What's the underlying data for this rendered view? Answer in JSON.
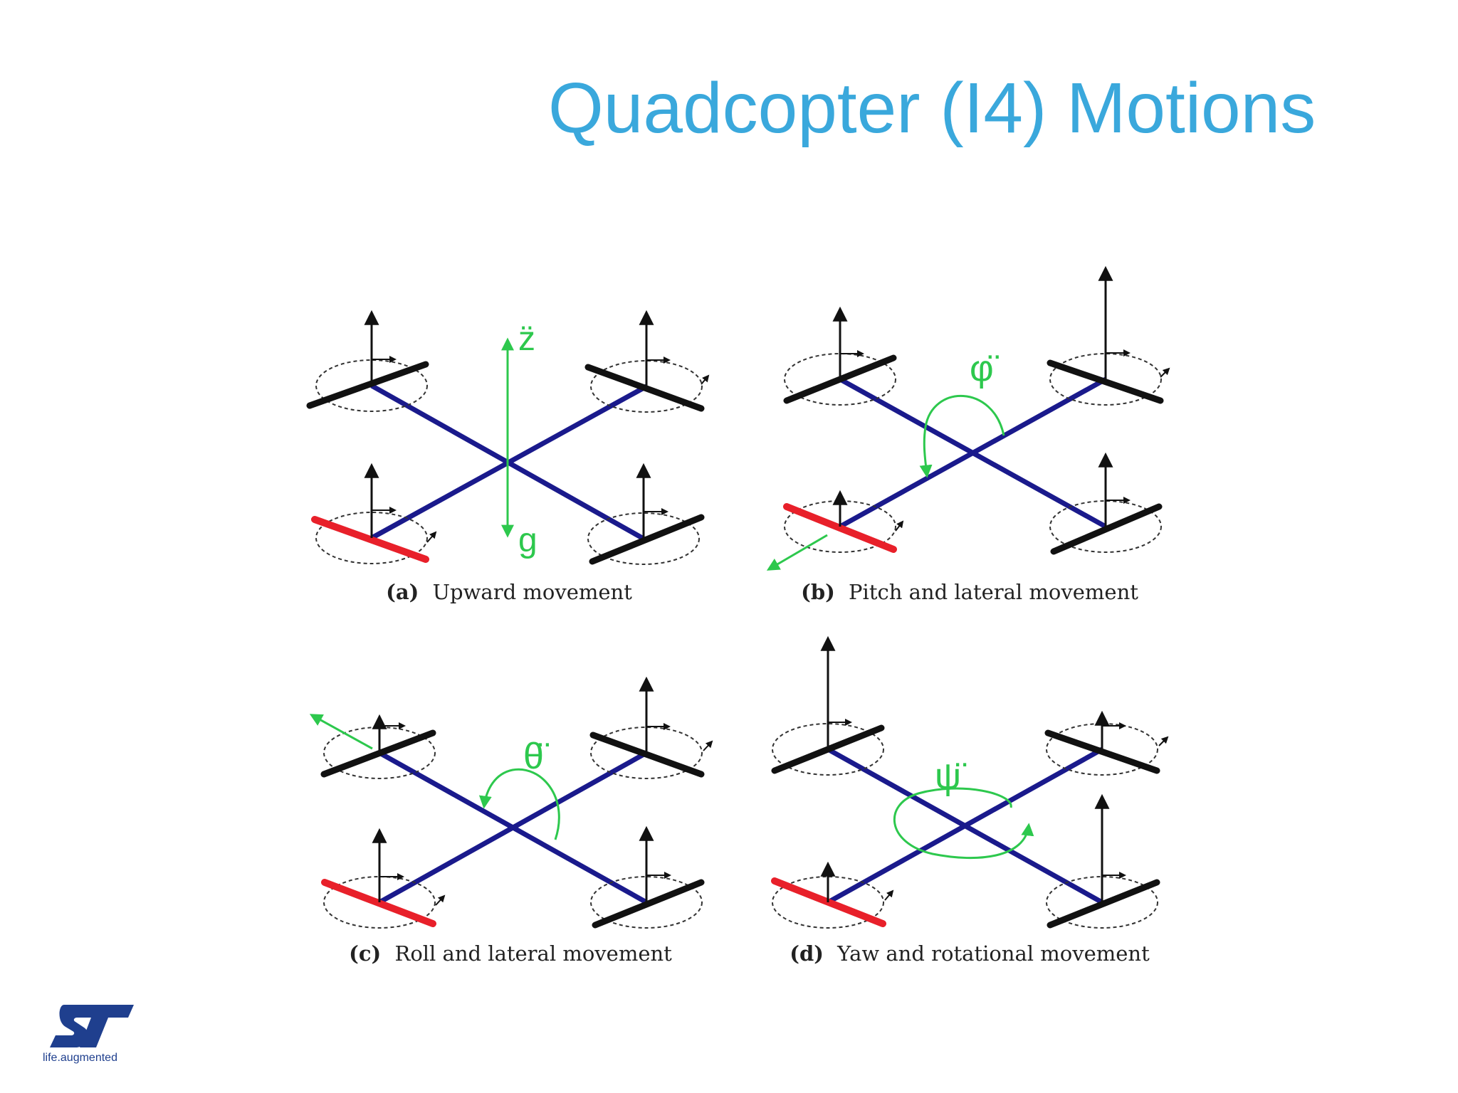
{
  "title": "Quadcopter (I4) Motions",
  "colors": {
    "title": "#3aa8dc",
    "frame": "#1a1a8c",
    "rotor_default": "#111111",
    "rotor_highlight": "#e8202a",
    "motion": "#2dc84d",
    "thrust": "#111111"
  },
  "panels": [
    {
      "caption_tag": "(a)",
      "caption_text": "Upward movement",
      "labels": [
        "z̈",
        "g"
      ],
      "highlighted_rotor": "rear-left"
    },
    {
      "caption_tag": "(b)",
      "caption_text": "Pitch and lateral movement",
      "labels": [
        "φ̈"
      ],
      "highlighted_rotor": "rear-left"
    },
    {
      "caption_tag": "(c)",
      "caption_text": "Roll and lateral movement",
      "labels": [
        "θ̈"
      ],
      "highlighted_rotor": "rear-left"
    },
    {
      "caption_tag": "(d)",
      "caption_text": "Yaw and rotational movement",
      "labels": [
        "ψ̈"
      ],
      "highlighted_rotor": "rear-left"
    }
  ],
  "logo": {
    "brand": "ST",
    "tagline": "life.augmented"
  }
}
